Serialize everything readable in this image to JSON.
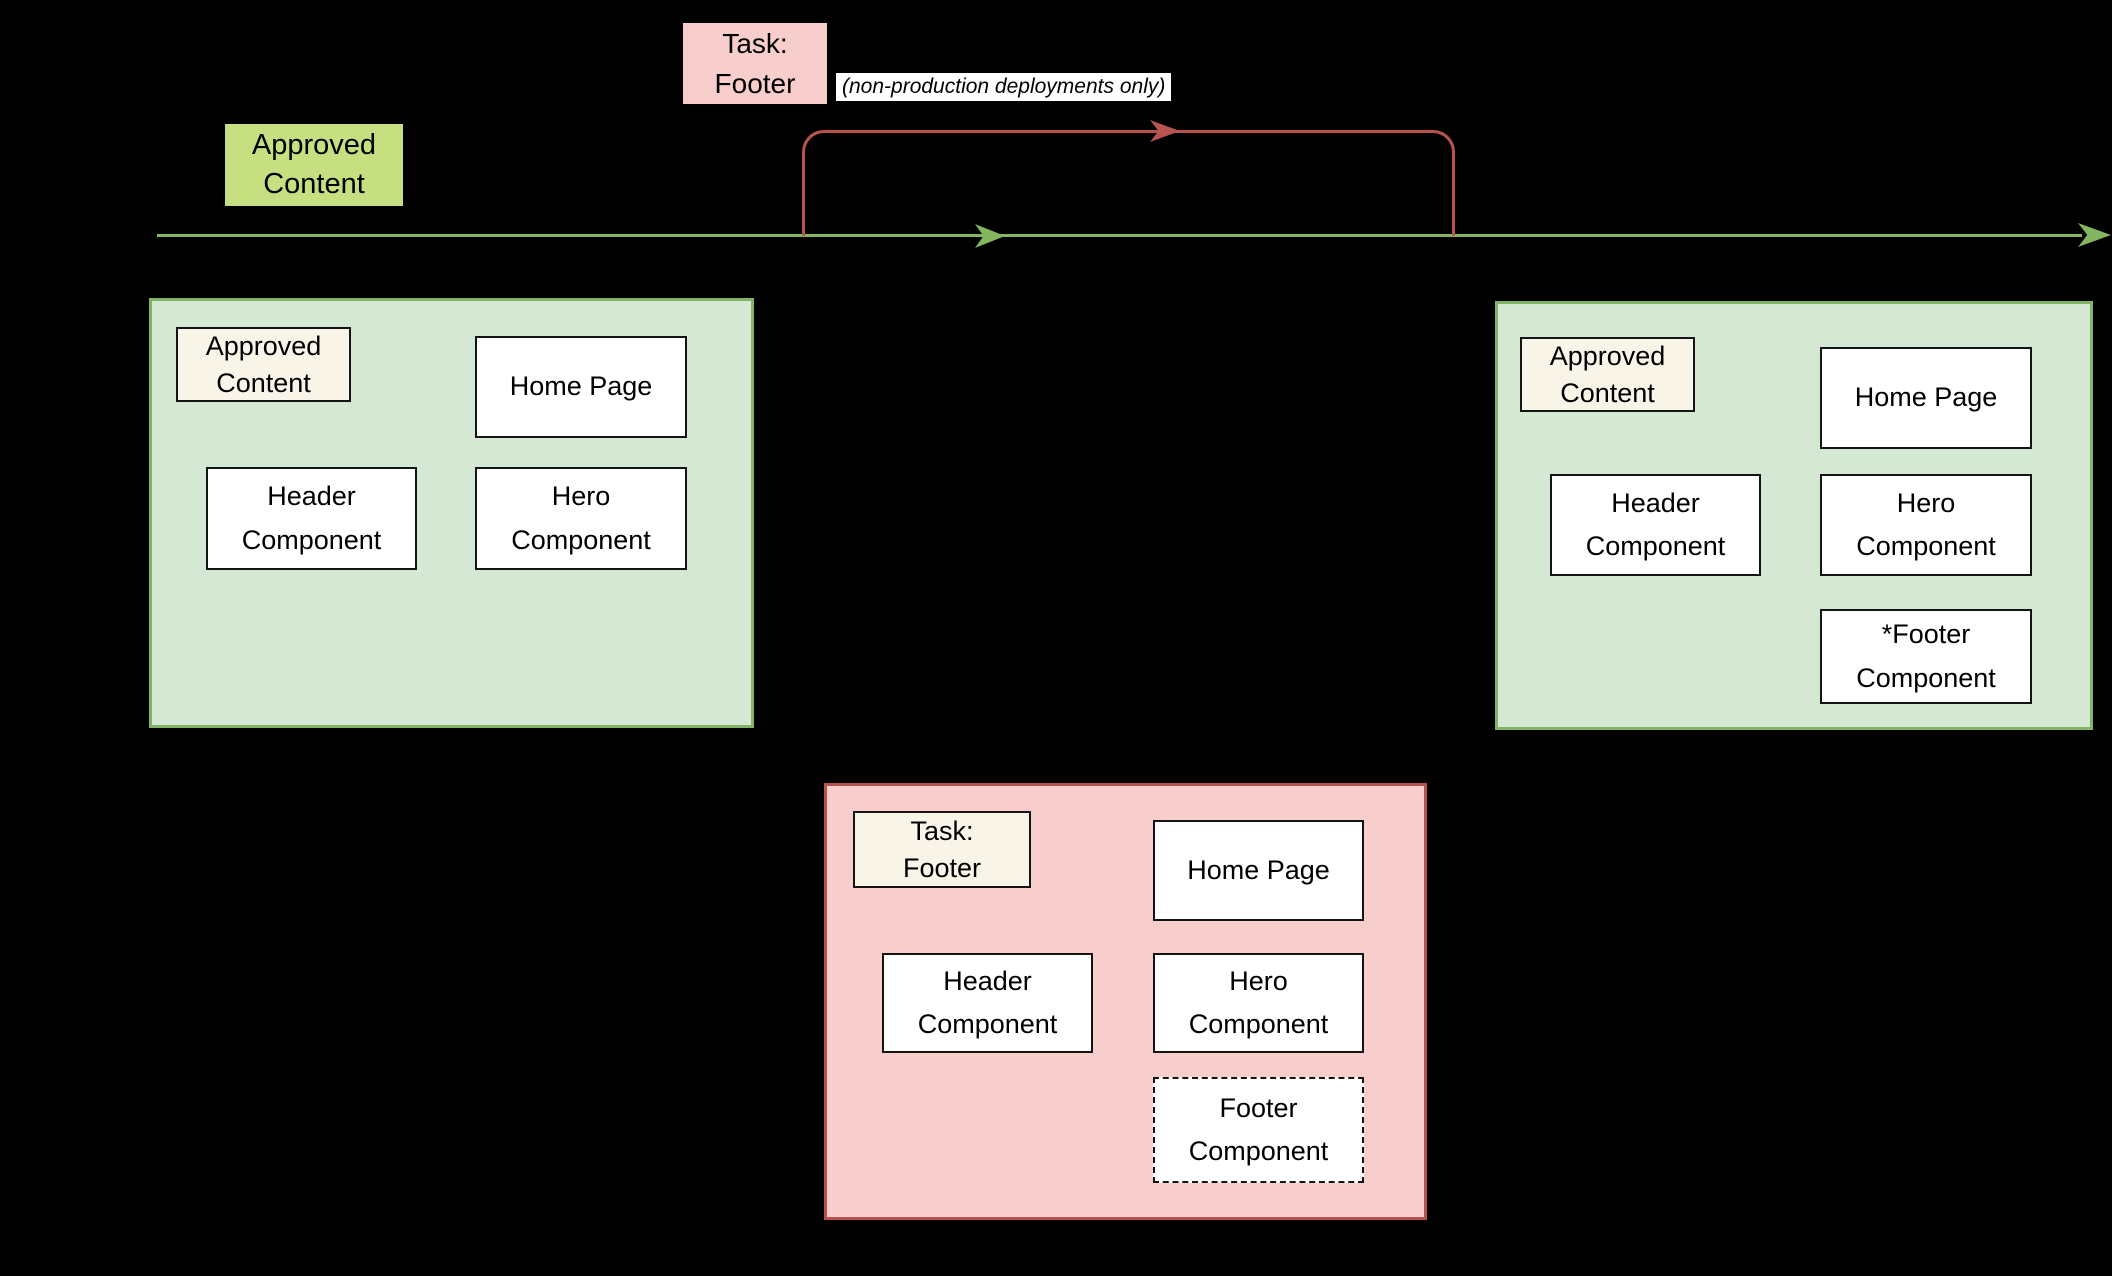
{
  "annotations": {
    "task_footer": "Task:\nFooter",
    "deployment_note": "(non-production deployments only)",
    "approved_content": "Approved\nContent"
  },
  "timeline": {
    "direction": "left-to-right",
    "branch": "task-footer-loop"
  },
  "left_panel": {
    "tag": "Approved\nContent",
    "home_page": "Home Page",
    "header": "Header\nComponent",
    "hero": "Hero\nComponent"
  },
  "right_panel": {
    "tag": "Approved\nContent",
    "home_page": "Home Page",
    "header": "Header\nComponent",
    "hero": "Hero\nComponent",
    "footer": "*Footer\nComponent"
  },
  "bottom_panel": {
    "tag": "Task:\nFooter",
    "home_page": "Home Page",
    "header": "Header\nComponent",
    "hero": "Hero\nComponent",
    "footer": "Footer\nComponent"
  },
  "colors": {
    "background": "#000000",
    "approved_tag_green": "#c6df80",
    "panel_green_fill": "#d5e8d4",
    "panel_green_stroke": "#82b366",
    "panel_pink_fill": "#f8cecc",
    "panel_pink_stroke": "#b3524f",
    "cream_fill": "#f8f4e8",
    "timeline_green": "#86b55f",
    "branch_red": "#b85450"
  }
}
